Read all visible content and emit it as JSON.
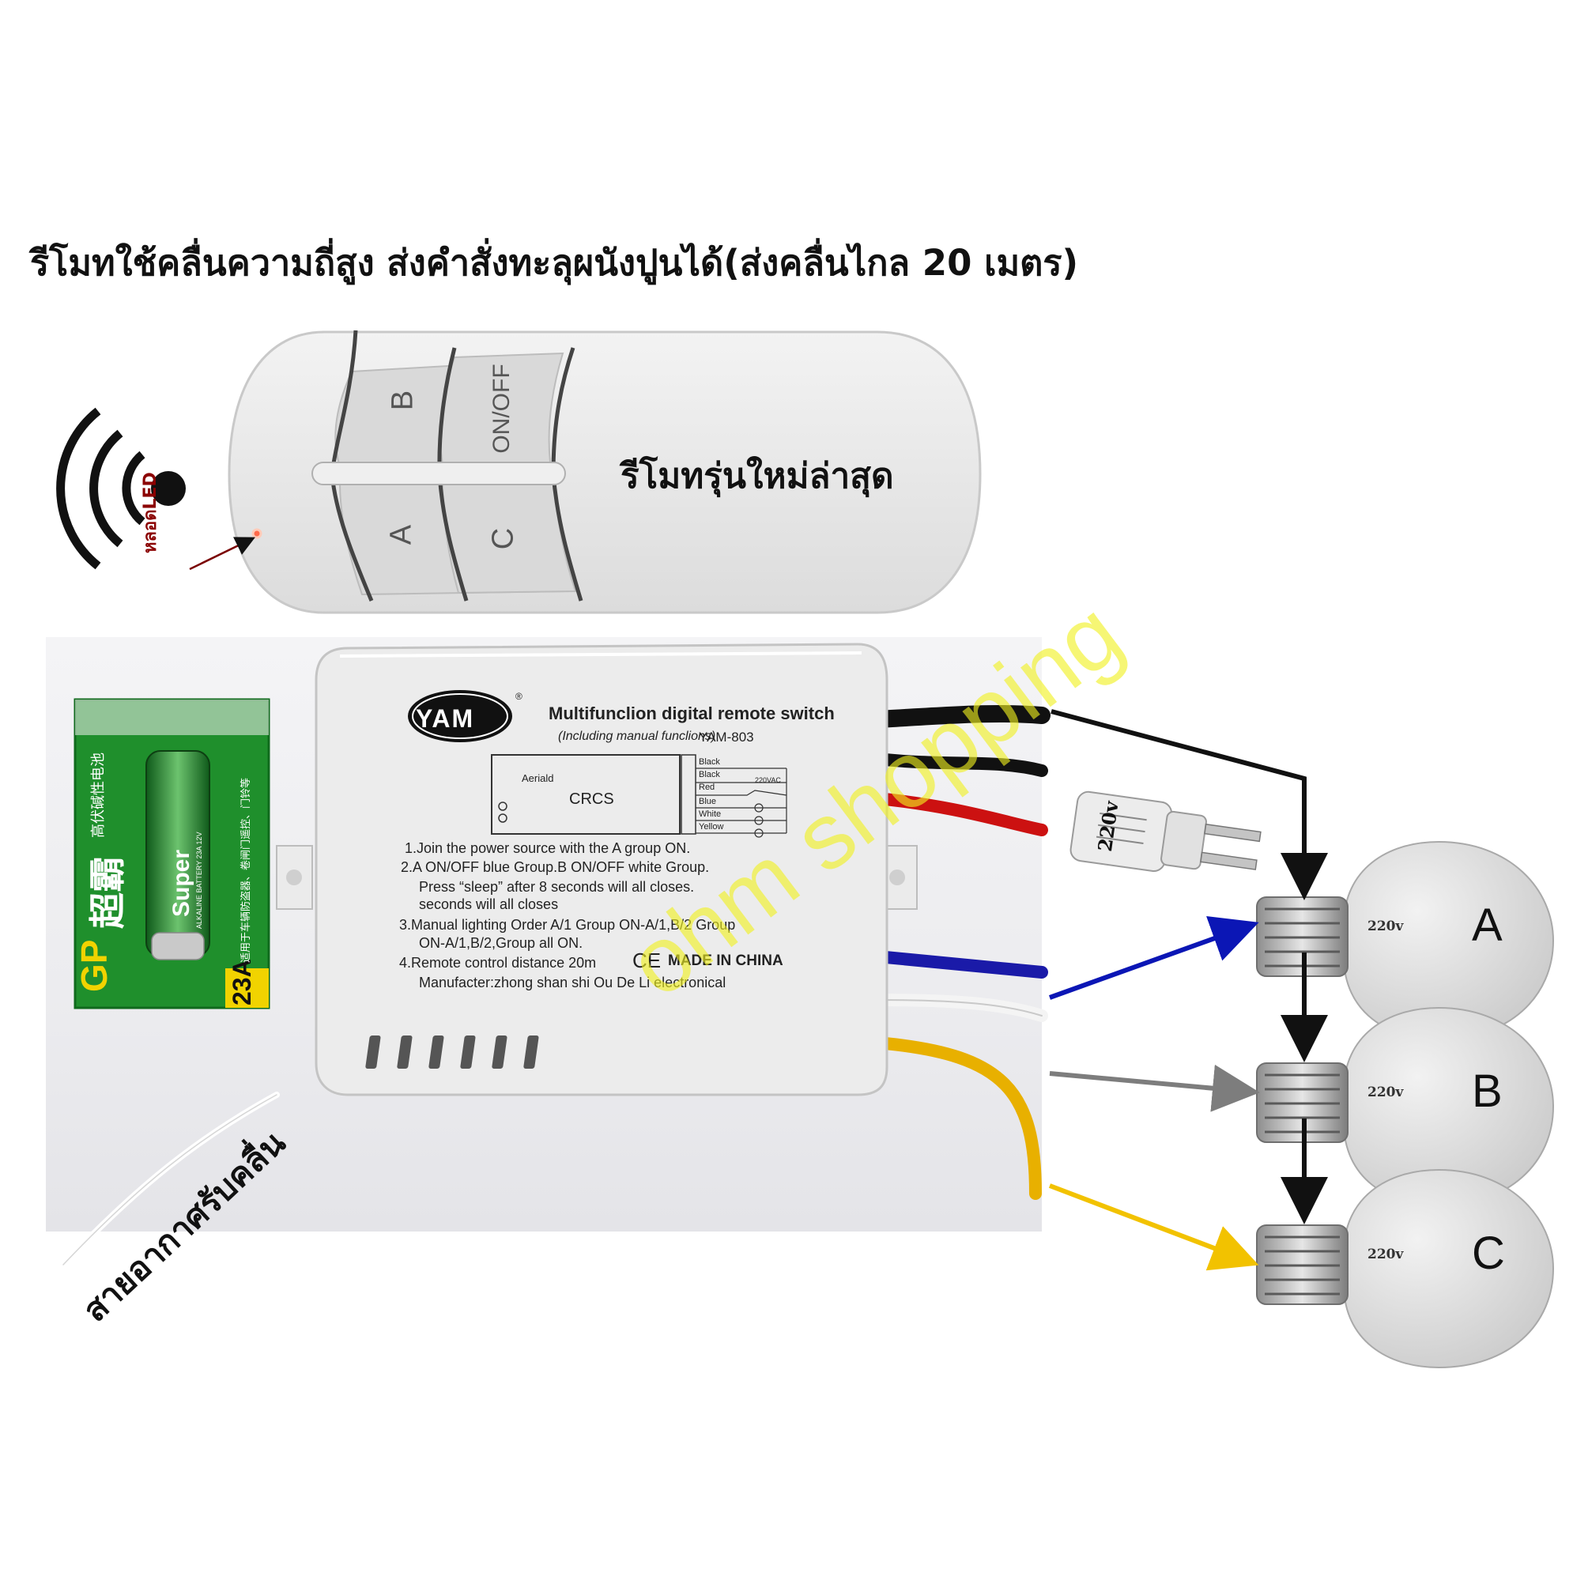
{
  "headline": "รีโมทใช้คลื่นความถี่สูง ส่งคำสั่งทะลุผนังปูนได้(ส่งคลื่นไกล 20 เมตร)",
  "remote": {
    "title": "รีโมทรุ่นใหม่ล่าสุด",
    "keys": [
      "B",
      "ON/OFF",
      "A",
      "C"
    ],
    "led_label": "หลอดLED",
    "case_color": "#e9e9e9",
    "button_color": "#d7d7d7"
  },
  "receiver": {
    "brand": "YAM",
    "product": "Multifunclion digital remote switch",
    "subline": "(Including manual funclions)",
    "model": "YAM-803",
    "diagram": {
      "antenna": "Aeriald",
      "module": "CRCS",
      "wires": [
        "Black",
        "Black",
        "Red",
        "Blue",
        "White",
        "Yellow"
      ],
      "voltage": "220VAC"
    },
    "instructions": [
      "1.Join the power source with the A group ON.",
      "2.A ON/OFF blue Group.B ON/OFF white Group.",
      "Press “sleep” after 8 seconds will all closes.",
      "seconds will all closes",
      "3.Manual lighting Order A/1 Group ON-A/1,B/2 Group",
      "ON-A/1,B/2,Group all ON.",
      "4.Remote control distance 20m",
      "Manufacter:zhong shan shi Ou De Li electronical"
    ],
    "ce_mark": "CE",
    "made_in": "MADE IN CHINA"
  },
  "battery": {
    "brand": "GP",
    "chinese_name": "超霸",
    "type": "高伏碱性电池",
    "model": "23A",
    "cell_label": "Super",
    "side_text": "适用于车辆防盗器、卷闸门遥控、门铃等",
    "cell_small": "ALKALINE BATTERY 23A 12V"
  },
  "antenna_label": "สายอากาศรับคลื่น",
  "plug_label": "220v",
  "watermark": "ohm shopping",
  "bulbs": [
    {
      "letter": "A",
      "voltage": "220v"
    },
    {
      "letter": "B",
      "voltage": "220v"
    },
    {
      "letter": "C",
      "voltage": "220v"
    }
  ],
  "colors": {
    "wire_black": "#111111",
    "wire_red": "#cc1111",
    "wire_blue": "#1a1aa8",
    "wire_white": "#f4f4f4",
    "wire_yellow": "#e8b000",
    "arrow_blue": "#0b16b5",
    "arrow_gray": "#7d7d7d",
    "arrow_yellow": "#f2c200",
    "watermark": "#f0f01e",
    "battery_green": "#1f8f2c"
  }
}
